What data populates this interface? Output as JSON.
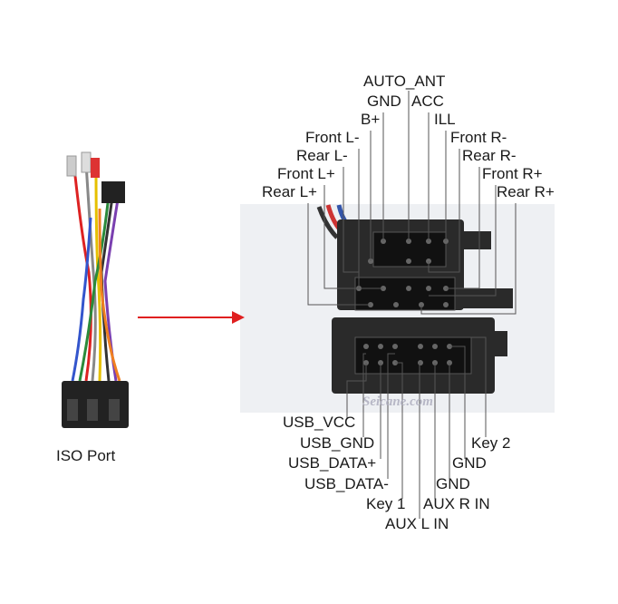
{
  "left_label": "ISO Port",
  "watermark": "Seicane.com",
  "top_pins": {
    "auto_ant": "AUTO_ANT",
    "gnd": "GND",
    "acc": "ACC",
    "b_plus": "B+",
    "ill": "ILL",
    "front_l_minus": "Front L-",
    "rear_l_minus": "Rear L-",
    "front_l_plus": "Front L+",
    "rear_l_plus": "Rear L+",
    "front_r_minus": "Front R-",
    "rear_r_minus": "Rear R-",
    "front_r_plus": "Front R+",
    "rear_r_plus": "Rear R+"
  },
  "bottom_pins": {
    "usb_vcc": "USB_VCC",
    "usb_gnd": "USB_GND",
    "usb_data_plus": "USB_DATA+",
    "usb_data_minus": "USB_DATA-",
    "key1": "Key 1",
    "aux_l_in": "AUX L IN",
    "aux_r_in": "AUX R IN",
    "gnd1": "GND",
    "gnd2": "GND",
    "key2": "Key 2"
  },
  "colors": {
    "arrow": "#e02020",
    "connector": "#2a2a2a",
    "photo_bg": "#eef0f3"
  }
}
